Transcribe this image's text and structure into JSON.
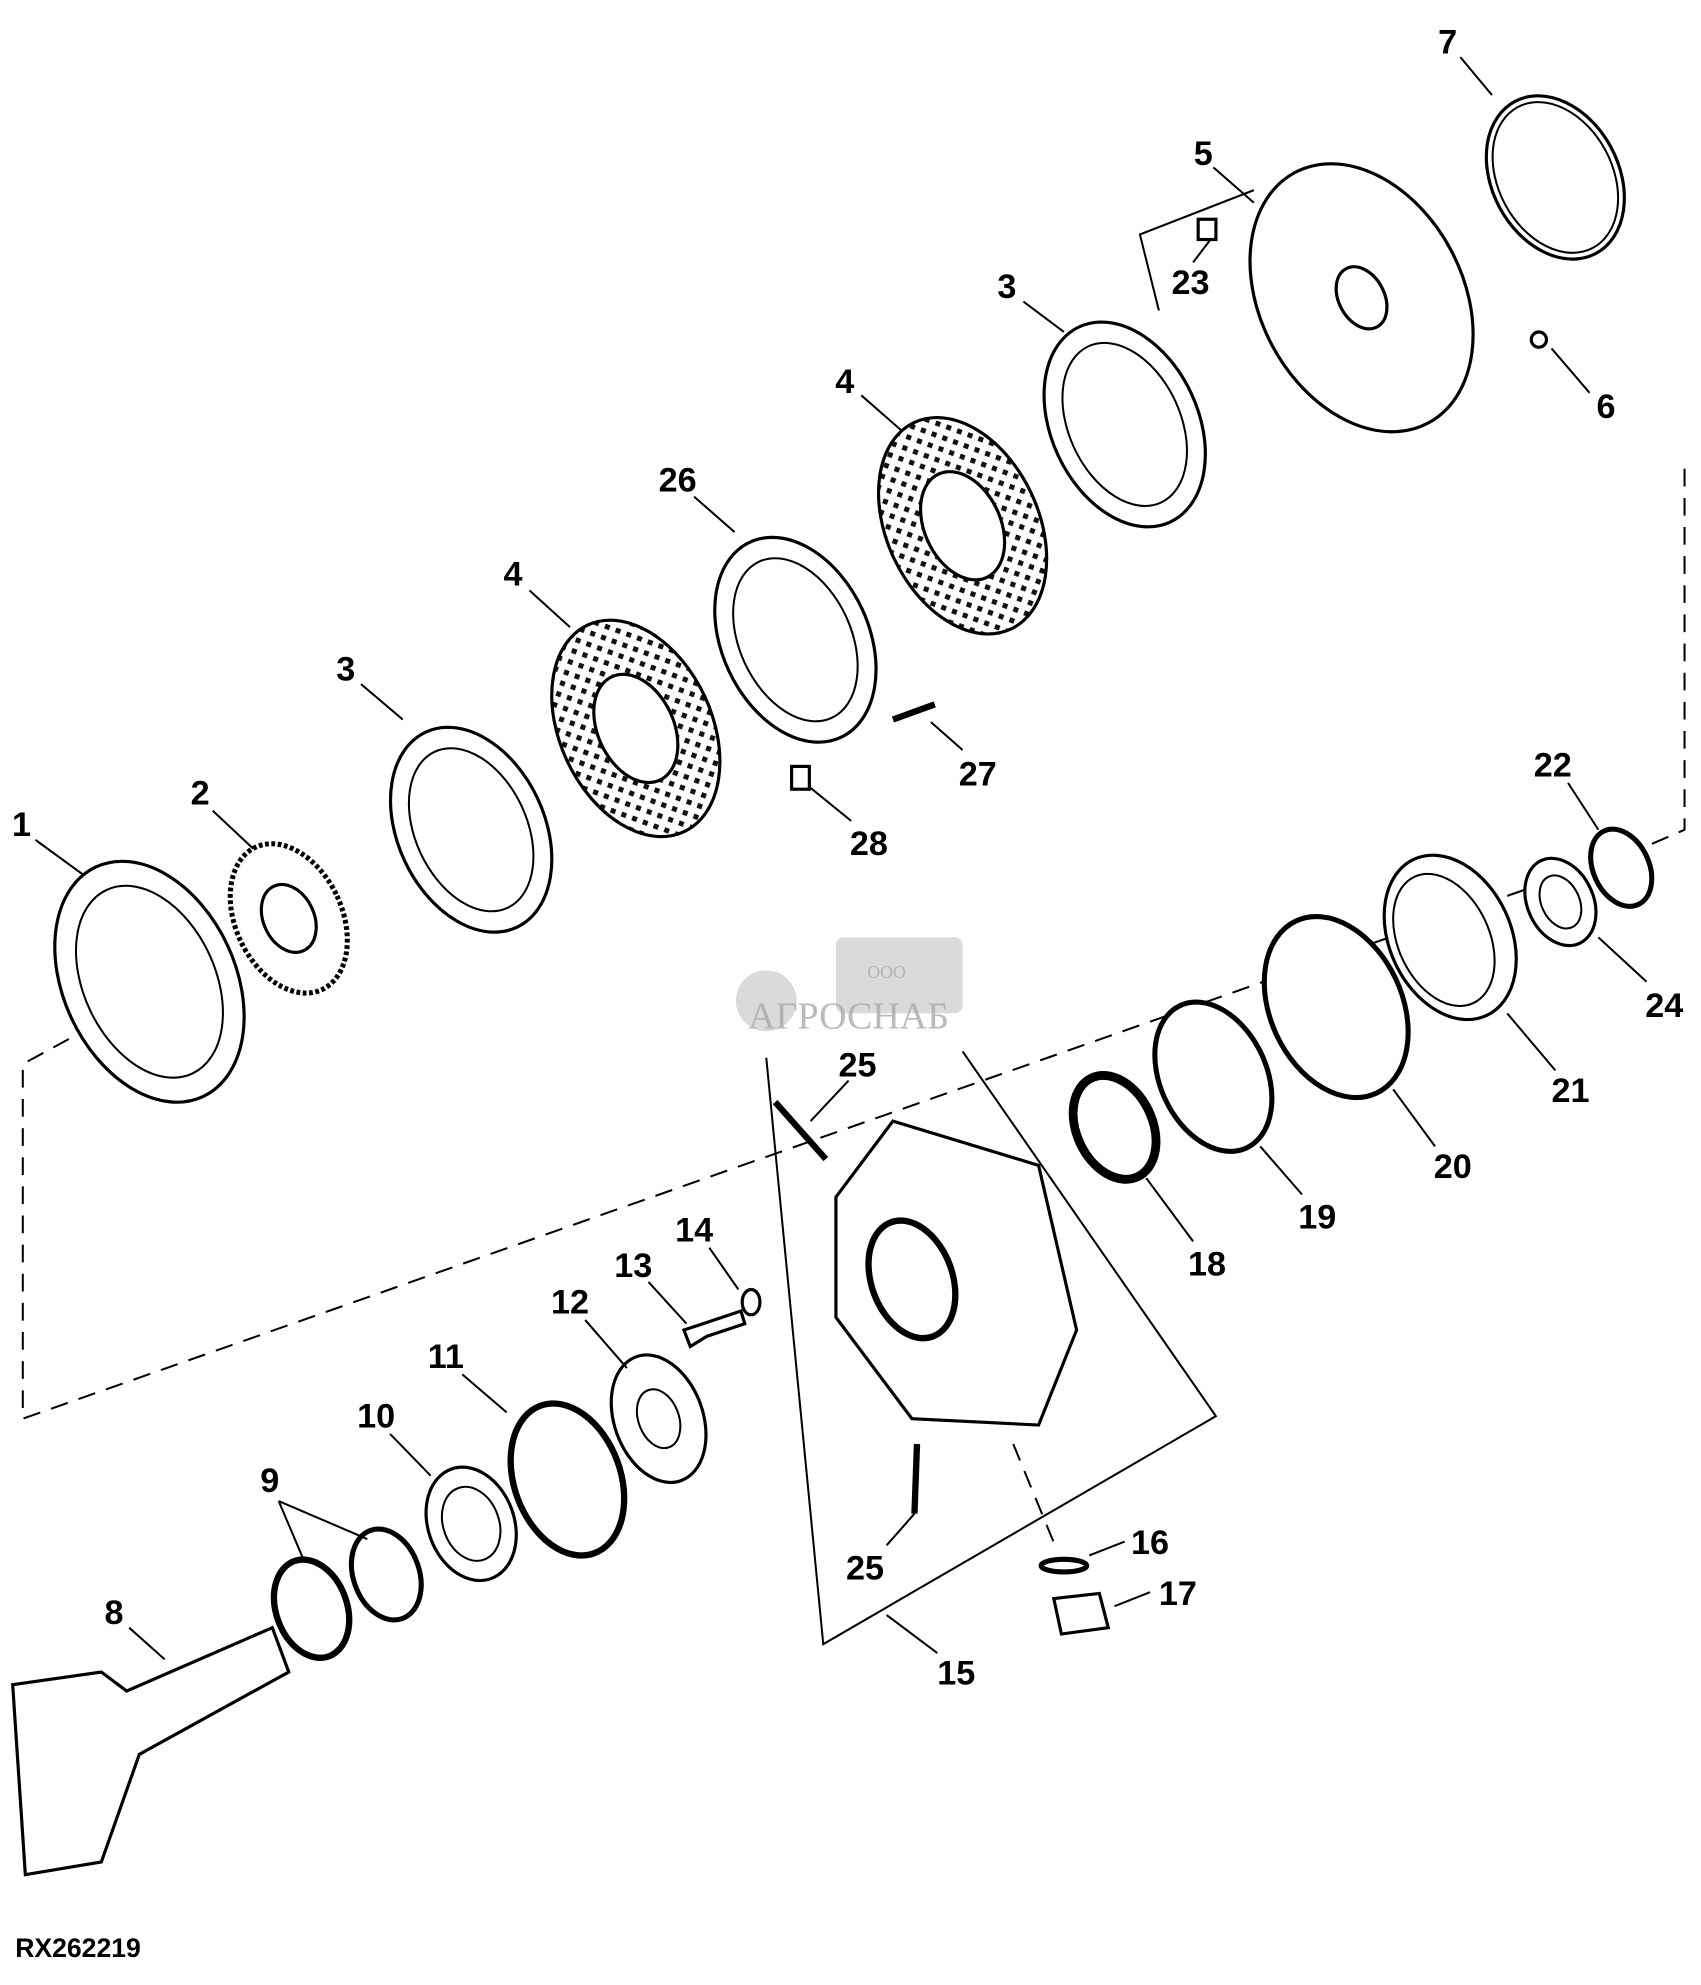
{
  "figure_id": "RX262219",
  "watermark": {
    "prefix": "ООО",
    "name": "АГРОСНАБ"
  },
  "callouts": [
    "7",
    "5",
    "23",
    "3",
    "6",
    "4",
    "26",
    "4",
    "3",
    "27",
    "28",
    "2",
    "1",
    "22",
    "24",
    "21",
    "20",
    "25",
    "19",
    "18",
    "14",
    "13",
    "12",
    "11",
    "10",
    "9",
    "8",
    "16",
    "17",
    "25",
    "15"
  ]
}
